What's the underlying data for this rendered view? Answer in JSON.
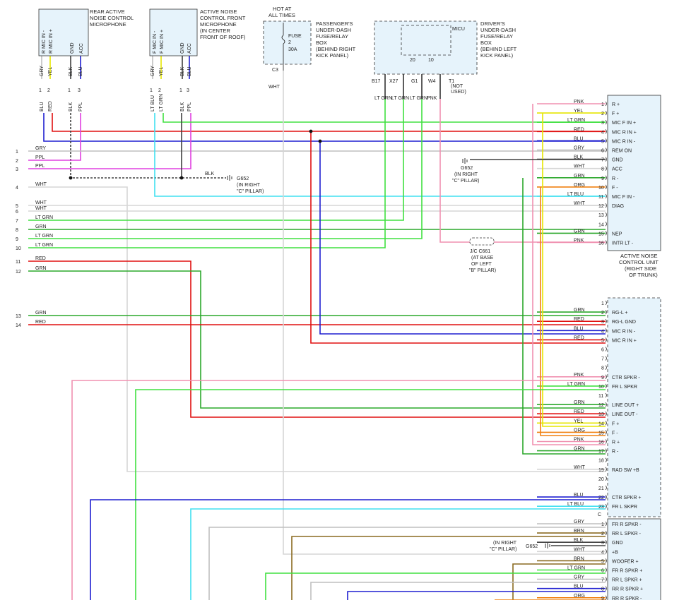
{
  "components": {
    "rear_mic": {
      "title": [
        "REAR ACTIVE",
        "NOISE CONTROL",
        "MICROPHONE"
      ],
      "pins": [
        "R MIC IN -",
        "R MIC IN +",
        "GND",
        "ACC"
      ]
    },
    "front_mic": {
      "title": [
        "ACTIVE NOISE",
        "CONTROL FRONT",
        "MICROPHONE",
        "(IN CENTER",
        "FRONT OF ROOF)"
      ],
      "pins": [
        "F MIC IN -",
        "F MIC IN +",
        "GND",
        "ACC"
      ]
    },
    "passenger_box": {
      "hot": [
        "HOT AT",
        "ALL TIMES"
      ],
      "fuse": [
        "FUSE",
        "2",
        "30A"
      ],
      "conn": "C3",
      "title": [
        "PASSENGER'S",
        "UNDER-DASH",
        "FUSE/RELAY",
        "BOX",
        "(BEHIND RIGHT",
        "KICK PANEL)"
      ],
      "wire": "WHT"
    },
    "driver_box": {
      "inner": "MICU",
      "pin_a": "20",
      "pin_b": "10",
      "title": [
        "DRIVER'S",
        "UNDER-DASH",
        "FUSE/RELAY",
        "BOX",
        "(BEHIND LEFT",
        "KICK PANEL)"
      ],
      "terms": [
        "B17",
        "X27",
        "G1",
        "W4",
        "T1"
      ],
      "not_used": [
        "(NOT",
        "USED)"
      ]
    },
    "anc_unit": {
      "title": [
        "ACTIVE NOISE",
        "CONTROL UNIT",
        "(RIGHT SIDE",
        "OF TRUNK)"
      ]
    },
    "g652": {
      "name": "G652",
      "loc": [
        "(IN RIGHT",
        "\"C\" PILLAR)"
      ]
    },
    "jc": {
      "name": "J/C C661",
      "loc": [
        "(AT BASE",
        "OF LEFT",
        "\"B\" PILLAR)"
      ]
    },
    "g652_c": {
      "name": "G652",
      "loc": [
        "(IN RIGHT",
        "\"C\" PILLAR)"
      ]
    }
  },
  "mic_wires": {
    "rear": [
      [
        "GRY",
        "BLU",
        "1"
      ],
      [
        "YEL",
        "RED",
        "2"
      ],
      [
        "BLK",
        "BLK",
        "1"
      ],
      [
        "BLU",
        "PPL",
        "3"
      ]
    ],
    "front": [
      [
        "GRY",
        "LT BLU",
        "1"
      ],
      [
        "YEL",
        "LT GRN",
        "2"
      ],
      [
        "BLK",
        "BLK",
        "1"
      ],
      [
        "BLU",
        "PPL",
        "3"
      ]
    ]
  },
  "unit_a_pins": [
    {
      "n": "1",
      "wire": "PNK",
      "label": "R +"
    },
    {
      "n": "2",
      "wire": "YEL",
      "label": "F +"
    },
    {
      "n": "3",
      "wire": "LT GRN",
      "label": "MIC F IN +"
    },
    {
      "n": "4",
      "wire": "RED",
      "label": "MIC R IN +"
    },
    {
      "n": "5",
      "wire": "BLU",
      "label": "MIC R IN -"
    },
    {
      "n": "6",
      "wire": "GRY",
      "label": "REM ON"
    },
    {
      "n": "7",
      "wire": "BLK",
      "label": "GND"
    },
    {
      "n": "8",
      "wire": "WHT",
      "label": "ACC"
    },
    {
      "n": "9",
      "wire": "GRN",
      "label": "R -"
    },
    {
      "n": "10",
      "wire": "ORG",
      "label": "F -"
    },
    {
      "n": "11",
      "wire": "LT BLU",
      "label": "MIC F IN -"
    },
    {
      "n": "12",
      "wire": "WHT",
      "label": "DIAG"
    },
    {
      "n": "13",
      "wire": "",
      "label": ""
    },
    {
      "n": "14",
      "wire": "",
      "label": ""
    },
    {
      "n": "15",
      "wire": "GRN",
      "label": "NEP"
    },
    {
      "n": "16",
      "wire": "PNK",
      "label": "INTR LT -"
    }
  ],
  "unit_b_pins": [
    {
      "n": "1",
      "wire": "",
      "label": ""
    },
    {
      "n": "2",
      "wire": "GRN",
      "label": "RG-L +"
    },
    {
      "n": "3",
      "wire": "RED",
      "label": "RG-L GND"
    },
    {
      "n": "4",
      "wire": "BLU",
      "label": "MIC R IN -"
    },
    {
      "n": "5",
      "wire": "RED",
      "label": "MIC R IN +"
    },
    {
      "n": "6",
      "wire": "",
      "label": ""
    },
    {
      "n": "7",
      "wire": "",
      "label": ""
    },
    {
      "n": "8",
      "wire": "",
      "label": ""
    },
    {
      "n": "9",
      "wire": "PNK",
      "label": "CTR SPKR -"
    },
    {
      "n": "10",
      "wire": "LT GRN",
      "label": "FR L SPKR"
    },
    {
      "n": "11",
      "wire": "",
      "label": ""
    },
    {
      "n": "12",
      "wire": "GRN",
      "label": "LINE OUT +"
    },
    {
      "n": "13",
      "wire": "RED",
      "label": "LINE OUT -"
    },
    {
      "n": "14",
      "wire": "YEL",
      "label": "F +"
    },
    {
      "n": "15",
      "wire": "ORG",
      "label": "F -"
    },
    {
      "n": "16",
      "wire": "PNK",
      "label": "R +"
    },
    {
      "n": "17",
      "wire": "GRN",
      "label": "R -"
    },
    {
      "n": "18",
      "wire": "",
      "label": ""
    },
    {
      "n": "19",
      "wire": "WHT",
      "label": "RAD SW +B"
    },
    {
      "n": "20",
      "wire": "",
      "label": ""
    },
    {
      "n": "21",
      "wire": "",
      "label": ""
    },
    {
      "n": "22",
      "wire": "BLU",
      "label": "CTR SPKR +"
    },
    {
      "n": "23",
      "wire": "LT BLU",
      "label": "FR L SKPR"
    }
  ],
  "unit_c_letter": "C",
  "unit_c_pins": [
    {
      "n": "1",
      "wire": "GRY",
      "label": "FR R SPKR -"
    },
    {
      "n": "2",
      "wire": "BRN",
      "label": "RR L SPKR -"
    },
    {
      "n": "3",
      "wire": "BLK",
      "label": "GND"
    },
    {
      "n": "4",
      "wire": "WHT",
      "label": "+B"
    },
    {
      "n": "5",
      "wire": "BRN",
      "label": "WOOFER +"
    },
    {
      "n": "6",
      "wire": "LT GRN",
      "label": "FR R SPKR +"
    },
    {
      "n": "7",
      "wire": "GRY",
      "label": "RR L SPKR +"
    },
    {
      "n": "8",
      "wire": "BLU",
      "label": "RR R SPKR +"
    },
    {
      "n": "9",
      "wire": "ORG",
      "label": "RR R SPKR -"
    }
  ],
  "left_wires": [
    {
      "n": "1",
      "wire": "GRY"
    },
    {
      "n": "2",
      "wire": "PPL"
    },
    {
      "n": "3",
      "wire": "PPL"
    },
    {
      "n": "4",
      "wire": "WHT"
    },
    {
      "n": "5",
      "wire": "WHT"
    },
    {
      "n": "6",
      "wire": "WHT"
    },
    {
      "n": "7",
      "wire": "LT GRN"
    },
    {
      "n": "8",
      "wire": "GRN"
    },
    {
      "n": "9",
      "wire": "LT GRN"
    },
    {
      "n": "10",
      "wire": "LT GRN"
    },
    {
      "n": "11",
      "wire": "RED"
    },
    {
      "n": "12",
      "wire": "GRN"
    },
    {
      "n": "13",
      "wire": "GRN"
    },
    {
      "n": "14",
      "wire": "RED"
    }
  ],
  "box_wires": [
    "LT GRN",
    "LT GRN",
    "LT GRN",
    "PNK"
  ],
  "ground_wire": "BLK",
  "colors": {
    "GRY": "#bfbfbf",
    "BLU": "#1f1fd0",
    "YEL": "#e6e600",
    "RED": "#e01010",
    "BLK": "#404040",
    "PPL": "#e040e0",
    "LT BLU": "#40e0f0",
    "LT GRN": "#40e040",
    "GRN": "#2ca82c",
    "WHT": "#d6d6d6",
    "PNK": "#f090b0",
    "ORG": "#f08010",
    "BRN": "#8a6a20"
  }
}
